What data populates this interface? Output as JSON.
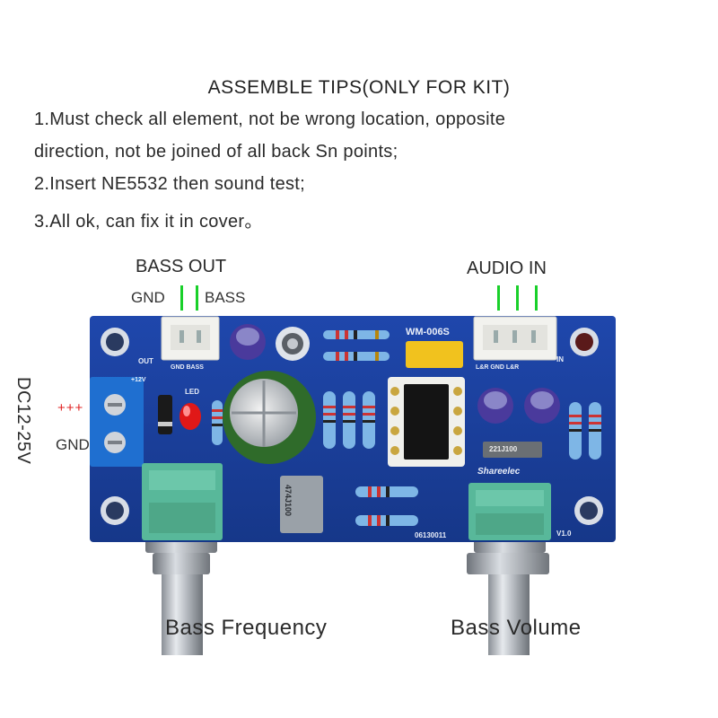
{
  "tips": {
    "title": "ASSEMBLE TIPS(ONLY FOR KIT)",
    "line1": "1.Must check all element, not be wrong location, opposite",
    "line2": "direction, not be joined of all back Sn points;",
    "line3": "2.Insert NE5532 then sound test;",
    "line4": "3.All ok, can fix it in cover。"
  },
  "labels": {
    "bass_out": "BASS OUT",
    "gnd_top": "GND",
    "bass_top": "BASS",
    "audio_in": "AUDIO IN",
    "plus_marks": "+++",
    "gnd_side": "GND",
    "dc_range": "DC12-25V",
    "bass_frequency": "Bass Frequency",
    "bass_volume": "Bass Volume"
  },
  "pcb_silkscreen": {
    "model": "WM-006S",
    "out": "OUT",
    "in": "IN",
    "gnd_bass": "GND  BASS",
    "lr_gnd_lr": "L&R  GND  L&R",
    "led": "LED",
    "plus12v": "+12V",
    "brand": "Shareelec",
    "date_code": "06130011",
    "version": "V1.0",
    "cap_marking": "474J100",
    "cap_marking_small": "221J100"
  },
  "colors": {
    "pcb_blue": "#1b3f9e",
    "connector_green": "#19d02a",
    "terminal_blue": "#1f6fd0",
    "pot_green": "#58b89a",
    "led_red": "#e01818"
  }
}
